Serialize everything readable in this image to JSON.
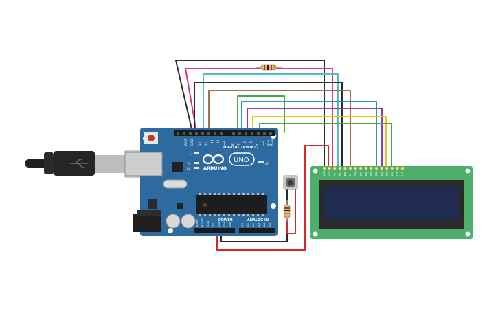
{
  "board": {
    "brand": "ARDUINO",
    "model": "UNO",
    "aref_label": "AREF",
    "gnd_label": "GND",
    "digital_label": "DIGITAL (PWM~)",
    "power_label": "POWER",
    "analog_label": "ANALOG IN",
    "on_label": "ON",
    "tx_label": "TX",
    "rx_label": "RX",
    "l_label": "L",
    "digital_pins": [
      "13",
      "12",
      "~11",
      "~10",
      "~9",
      "8",
      "7",
      "~6",
      "~5",
      "4",
      "~3",
      "2",
      "TX▸1",
      "RX◂0"
    ],
    "power_pins": [
      "IOREF",
      "RESET",
      "3.3V",
      "5V",
      "GND",
      "GND",
      "Vin"
    ],
    "analog_pins": [
      "A0",
      "A1",
      "A2",
      "A3",
      "A4",
      "A5"
    ]
  },
  "lcd": {
    "pins": [
      "GND",
      "VCC",
      "V0",
      "RS",
      "RW",
      "E",
      "DB0",
      "DB1",
      "DB2",
      "DB3",
      "DB4",
      "DB5",
      "DB6",
      "DB7",
      "LED",
      "LED"
    ]
  },
  "colors": {
    "board": "#2d6aa0",
    "lcd_pcb": "#4caf6a",
    "lcd_screen": "#1f2c4f",
    "wire_black": "#2b2b2b",
    "wire_pink": "#d6338a",
    "wire_cyan": "#4cc3c3",
    "wire_brown": "#a0704b",
    "wire_green": "#3dae48",
    "wire_blue": "#2f8fd0",
    "wire_purple": "#8a3fb0",
    "wire_yellow": "#e8c51c",
    "wire_red": "#d9262b"
  }
}
